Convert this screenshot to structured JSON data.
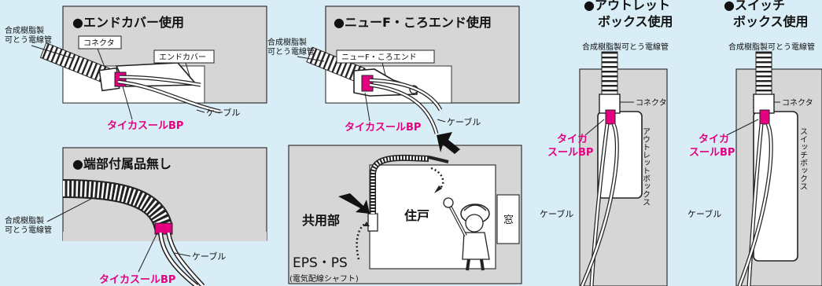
{
  "panels": {
    "end_cover": {
      "title": "●エンドカバー使用",
      "pipe_label_1": "合成樹脂製",
      "pipe_label_2": "可とう電線管",
      "connector": "コネクタ",
      "cover": "エンドカバー",
      "cable": "ケーブル",
      "product": "タイカスールBP"
    },
    "no_fitting": {
      "title": "●端部付属品無し",
      "pipe_label_1": "合成樹脂製",
      "pipe_label_2": "可とう電線管",
      "cable": "ケーブル",
      "product": "タイカスールBP"
    },
    "new_f": {
      "title": "●ニューF・ころエンド使用",
      "pipe_label_1": "合成樹脂製",
      "pipe_label_2": "可とう電線管",
      "fitting": "ニューF・ころエンド",
      "cable": "ケーブル",
      "product": "タイカスールBP"
    },
    "room": {
      "common_area": "共用部",
      "dwelling": "住戸",
      "window": "窓",
      "eps": "EPS・PS",
      "eps_sub": "(電気配線シャフト)"
    },
    "outlet": {
      "title_1": "●アウトレット",
      "title_2": "ボックス使用",
      "pipe": "合成樹脂製可とう電線管",
      "connector": "コネクタ",
      "product_1": "タイカ",
      "product_2": "スールBP",
      "box": "アウトレットボックス",
      "cable": "ケーブル"
    },
    "switch": {
      "title_1": "●スイッチ",
      "title_2": "ボックス使用",
      "pipe": "合成樹脂製可とう電線管",
      "connector": "コネクタ",
      "product_1": "タイカ",
      "product_2": "スールBP",
      "box": "スイッチボックス",
      "cable": "ケーブル"
    }
  },
  "colors": {
    "background": "#d8edf6",
    "wall": "#d6d6d6",
    "product": "#e4007f"
  }
}
